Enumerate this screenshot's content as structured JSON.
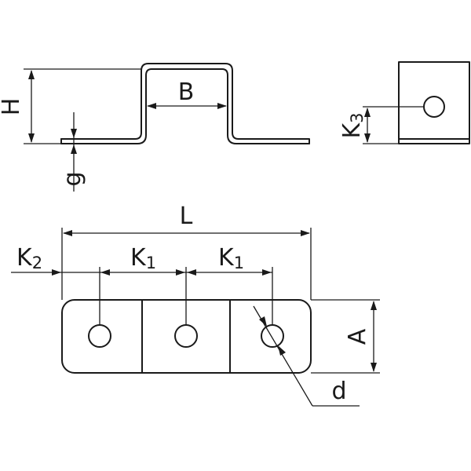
{
  "labels": {
    "height": "H",
    "width": "B",
    "thickness": "g",
    "hole_offset_vertical": "K",
    "hole_offset_vertical_sub": "3",
    "length": "L",
    "end_offset": "K",
    "end_offset_sub": "2",
    "pitch_1": "K",
    "pitch_1_sub": "1",
    "pitch_2": "K",
    "pitch_2_sub": "1",
    "plate_width": "A",
    "hole_diameter": "d"
  },
  "hole_count": 3
}
